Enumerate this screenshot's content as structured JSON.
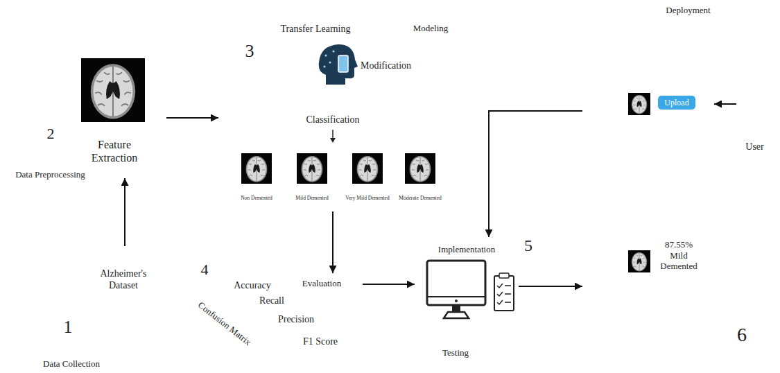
{
  "diagram": {
    "nodes": [
      {
        "text": [
          "Alzheimer's Dataset"
        ]
      },
      {
        "text": [
          "Data Collection"
        ]
      },
      {
        "text": [
          "Feature Extraction"
        ]
      },
      {
        "text": [
          "Data Preprocessing"
        ]
      },
      {
        "text": [
          "Transfer Learning",
          "Modification",
          "Classification"
        ]
      },
      {
        "text": [
          "Non Demented"
        ],
        "in": 4
      },
      {
        "text": [
          "Mild Demented"
        ],
        "in": 4
      },
      {
        "text": [
          "Very Mild Demented"
        ],
        "in": 4
      },
      {
        "text": [
          "Moderate Demented"
        ],
        "in": 4
      },
      {
        "text": [
          "Modeling"
        ]
      },
      {
        "text": [
          "Accuracy"
        ]
      },
      {
        "text": [
          "Recall"
        ]
      },
      {
        "text": [
          "Precision"
        ]
      },
      {
        "text": [
          "F1 Score"
        ]
      },
      {
        "text": [
          "Evaluation"
        ]
      },
      {
        "text": [
          "Implementation"
        ]
      },
      {
        "text": [
          "Testing"
        ]
      },
      {
        "text": [
          "6"
        ]
      },
      {
        "text": [
          "Deployment"
        ],
        "in": 17
      },
      {
        "text": [
          "Upload"
        ],
        "in": 17
      },
      {
        "text": [
          "User"
        ],
        "in": 17
      },
      {
        "text": [
          "87.55% Mild Demented"
        ],
        "in": 17
      }
    ],
    "edges": [
      {
        "from": 0,
        "to": 2,
        "arrow": "to"
      },
      {
        "from": 2,
        "to": 4,
        "arrow": "to"
      },
      {
        "from": 4,
        "to": 14,
        "arrow": "to"
      },
      {
        "from": 14,
        "to": 15,
        "arrow": "to"
      },
      {
        "from": 15,
        "to": 17,
        "arrow": "to"
      },
      {
        "from": 17,
        "to": 15,
        "arrow": "to"
      },
      {
        "from": 20,
        "to": 19,
        "arrow": "to"
      }
    ],
    "labels": [
      "1",
      "2",
      "3",
      "4",
      "5",
      "Confusion Matrix"
    ]
  }
}
